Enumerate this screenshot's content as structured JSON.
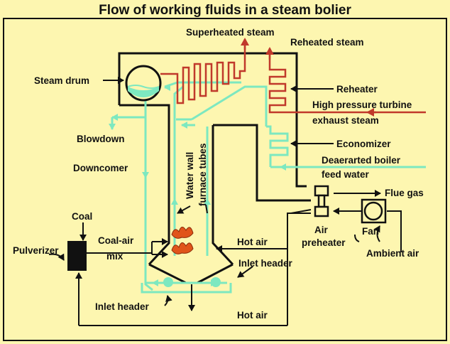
{
  "title": "Flow of working fluids in a steam bolier",
  "labels": {
    "superheated_steam": "Superheated steam",
    "reheated_steam": "Reheated steam",
    "steam_drum": "Steam drum",
    "reheater": "Reheater",
    "hp_turbine_line1": "High pressure turbine",
    "hp_turbine_line2": "exhaust steam",
    "blowdown": "Blowdown",
    "economizer": "Economizer",
    "downcomer": "Downcomer",
    "water_wall_line1": "Water wall",
    "water_wall_line2": "furnace tubes",
    "feed_water_line1": "Deaerarted boiler",
    "feed_water_line2": "feed water",
    "flue_gas": "Flue gas",
    "coal": "Coal",
    "air_preheater_line1": "Air",
    "air_preheater_line2": "preheater",
    "fan": "Fan",
    "pulverizer": "Pulverizer",
    "coal_air_line1": "Coal-air",
    "coal_air_line2": "mix",
    "hot_air_upper": "Hot air",
    "inlet_header_right": "Inlet header",
    "ambient_air": "Ambient air",
    "inlet_header_left": "Inlet header",
    "hot_air_lower": "Hot air"
  },
  "colors": {
    "background": "#fdf6b0",
    "water": "#7de8c0",
    "steam": "#c0392b",
    "outline": "#111111",
    "flame": "#e0541a"
  }
}
